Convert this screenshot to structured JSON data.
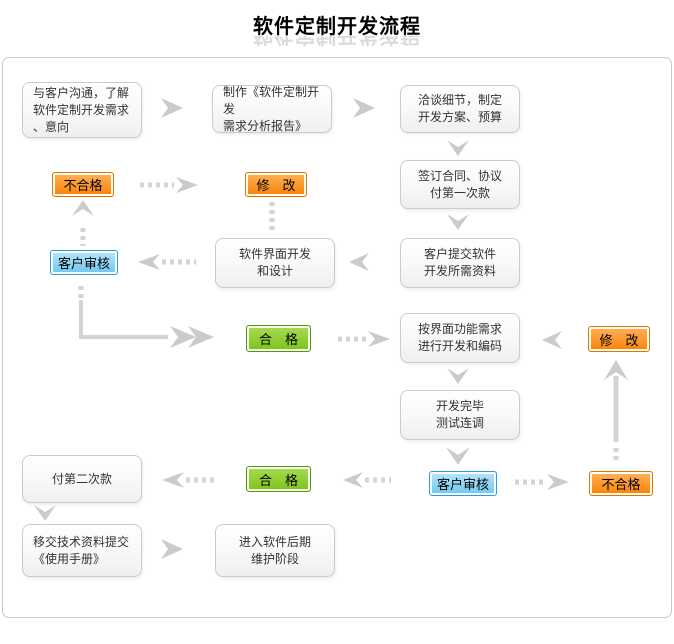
{
  "title": "软件定制开发流程",
  "nodes": {
    "communicate": "与客户沟通，了解\n软件定制开发需求\n、意向",
    "report": "制作《软件定制开发\n需求分析报告》",
    "negotiate": "洽谈细节，制定\n开发方案、预算",
    "contract": "签订合同、协议\n付第一次款",
    "ui_design": "软件界面开发\n和设计",
    "materials": "客户提交软件\n开发所需资料",
    "coding": "按界面功能需求\n进行开发和编码",
    "testing": "开发完毕\n测试连调",
    "second_payment": "付第二次款",
    "handover": "移交技术资料提交\n《使用手册》",
    "maintenance": "进入软件后期\n维护阶段"
  },
  "labels": {
    "unqualified_1": "不合格",
    "modify_1": "修　改",
    "review_1": "客户审核",
    "qualified_1": "合　格",
    "modify_2": "修　改",
    "qualified_2": "合　格",
    "review_2": "客户审核",
    "unqualified_2": "不合格"
  },
  "colors": {
    "orange": "#F68300",
    "green": "#7BC319",
    "blue": "#6EC6F0",
    "arrow": "#CBCBCB",
    "box_border": "#CBCBCB"
  }
}
